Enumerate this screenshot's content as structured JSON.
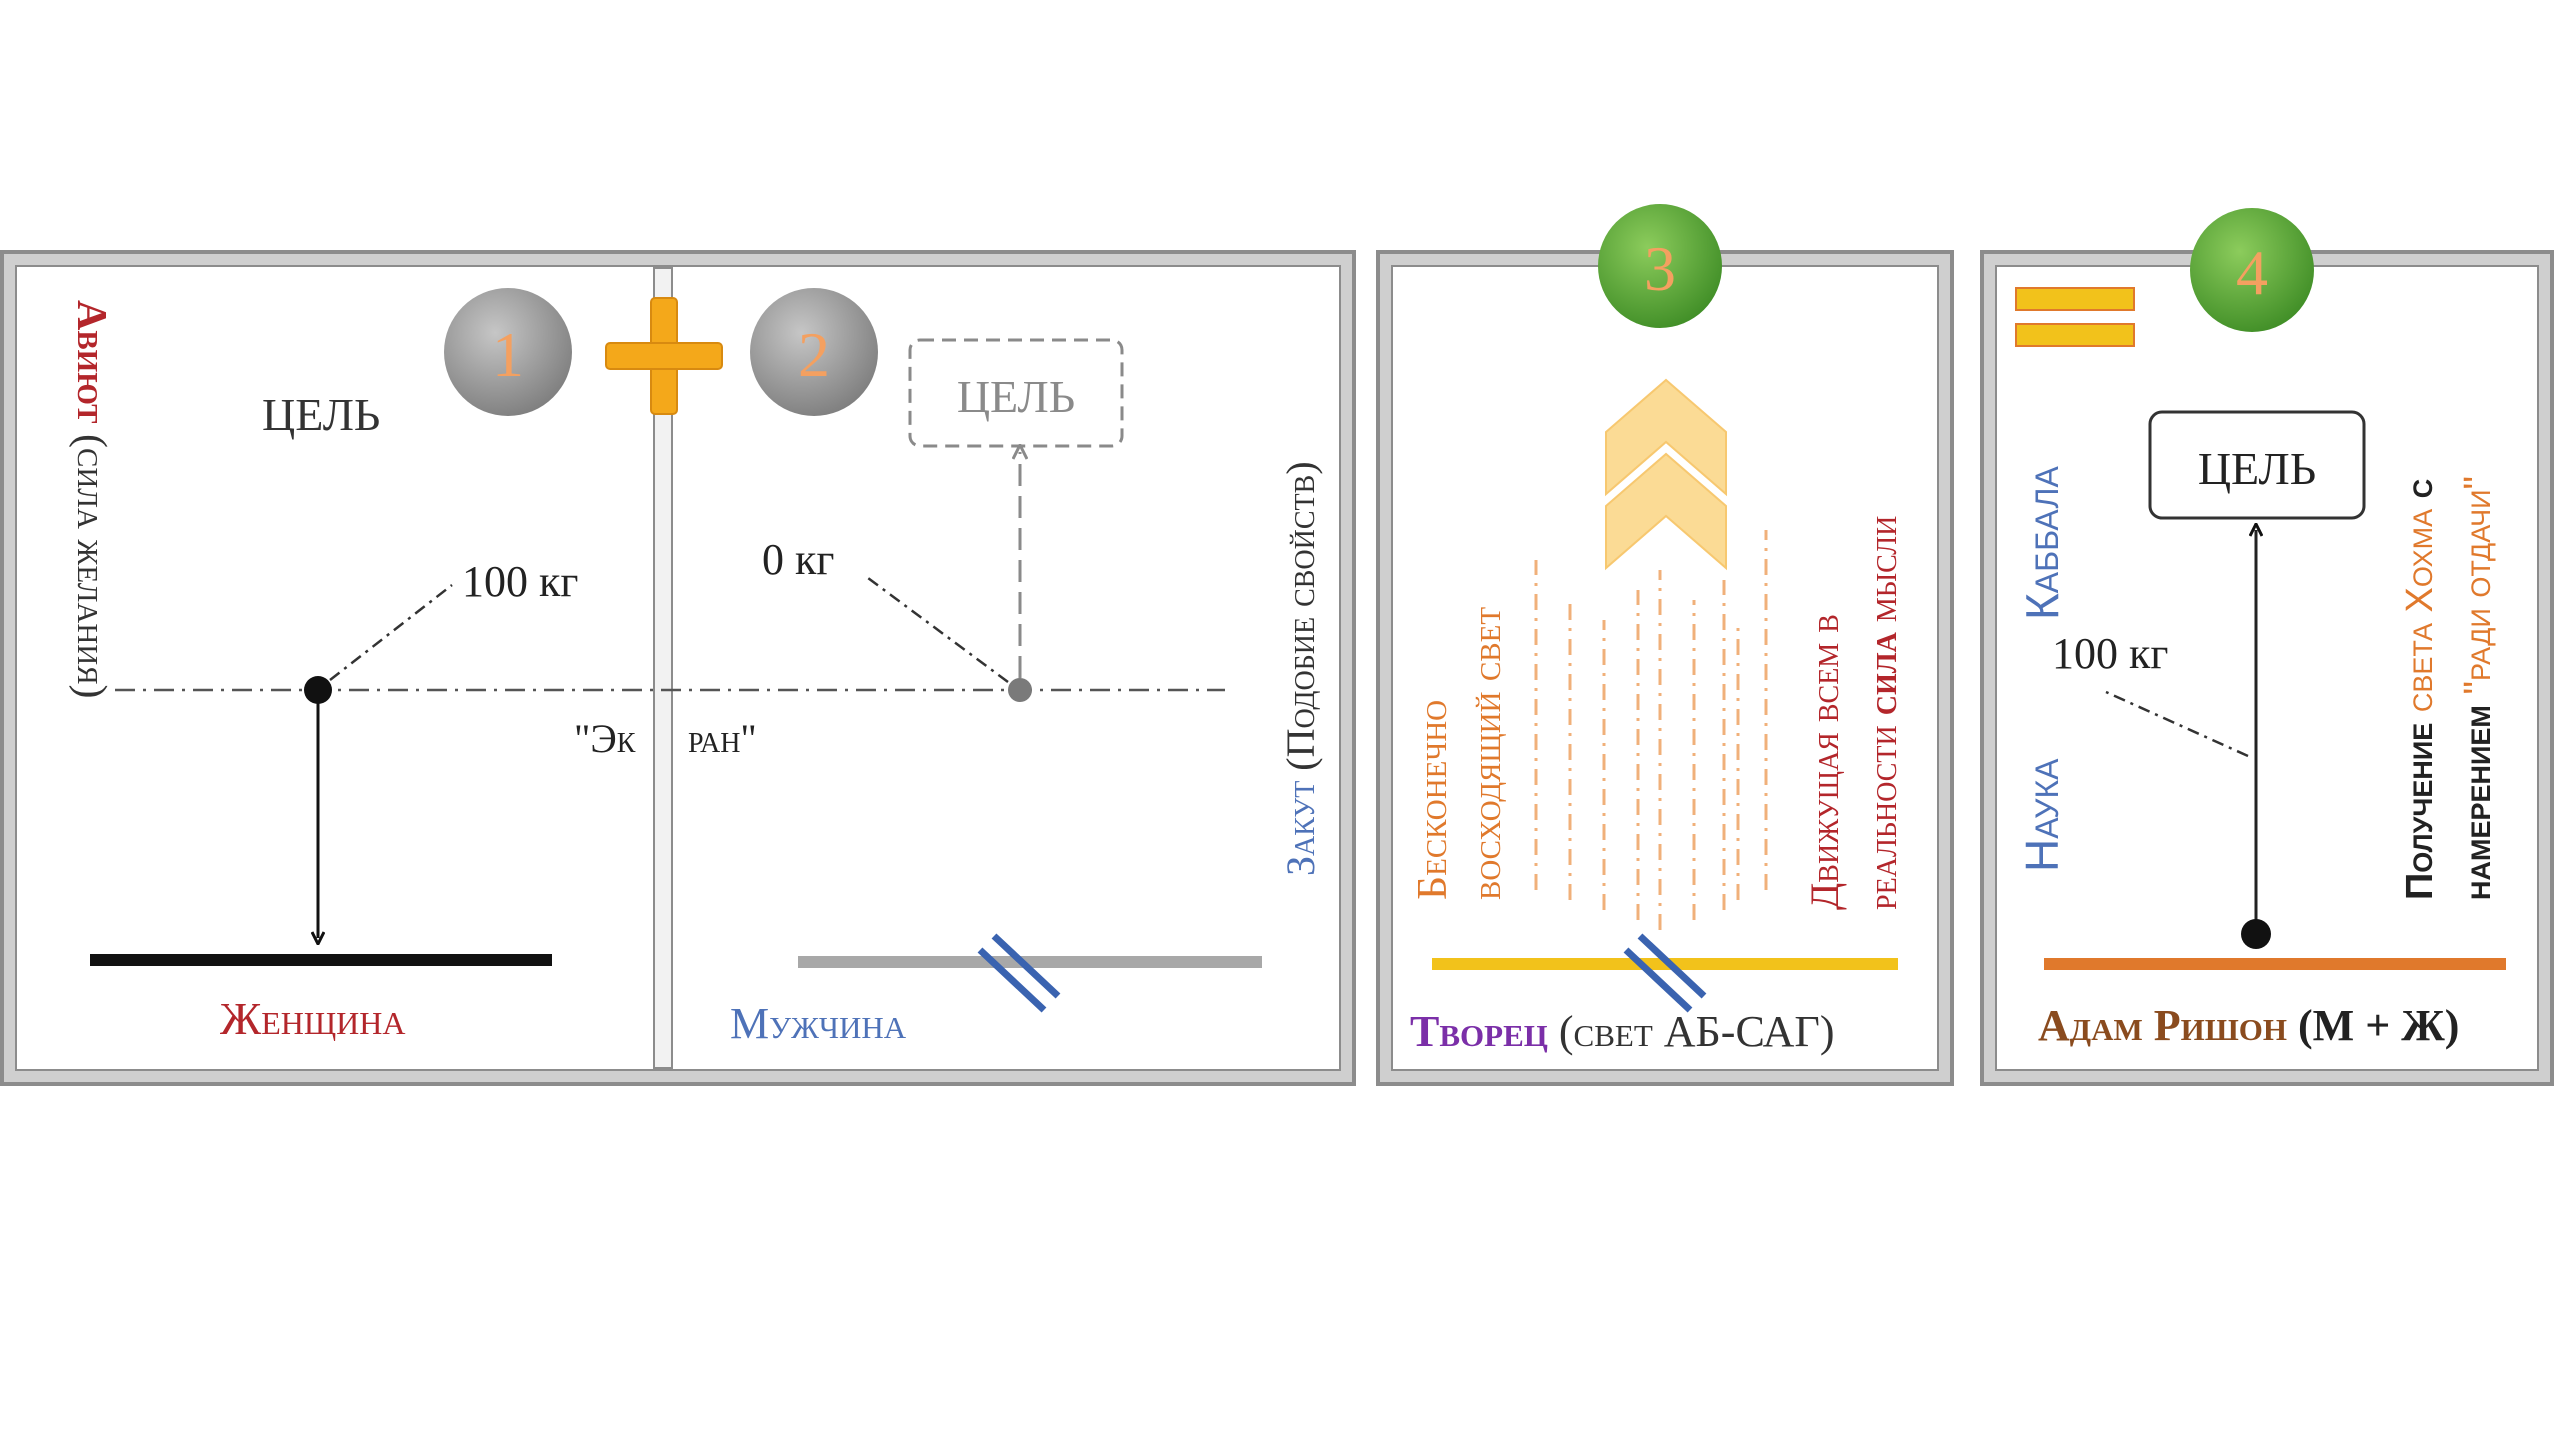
{
  "colors": {
    "frame_outer": "#9a9a9a",
    "frame_inner": "#ffffff",
    "red": "#b3262b",
    "blue": "#4e72b8",
    "orange": "#e0792c",
    "gold": "#f2c21b",
    "purple": "#7b2fa8",
    "brown": "#8a4b1e",
    "gray_circle": "#9d9d9d",
    "green_circle": "#5aa63a",
    "plus": "#f4a81a",
    "chevron": "#fbdb95"
  },
  "panel1": {
    "badge_1": "1",
    "badge_2": "2",
    "goal_left": "ЦЕЛЬ",
    "goal_right": "ЦЕЛЬ",
    "weight_left": "100 кг",
    "weight_right": "0 кг",
    "screen_left": "\"Эк",
    "screen_right": "ран\"",
    "aviut_bold": "Авиют",
    "aviut_rest": " (сила желания)",
    "zakut_bold": "Закут",
    "zakut_rest": " (Подобие свойств)",
    "woman": "Женщина",
    "man": "Мужчина"
  },
  "panel3": {
    "badge": "3",
    "text_left_1": "Бесконечно",
    "text_left_2": "восходящий свет",
    "text_right_1": "Движущая всем в",
    "text_right_2a": "реальности ",
    "text_right_2b": "сила",
    "text_right_2c": " мысли",
    "creator_bold": "Творец",
    "creator_rest": " (свет АБ-САГ)"
  },
  "panel4": {
    "badge": "4",
    "science": "Наука",
    "kabbalah": "Каббала",
    "weight": "100 кг",
    "goal": "ЦЕЛЬ",
    "line1a": "Получение ",
    "line1b": "света Хохма",
    "line1c": " с",
    "line2a": "намерением ",
    "line2b": "\"ради отдачи\"",
    "adam_a": "Адам Ришон",
    "adam_b": " (М + Ж)"
  }
}
